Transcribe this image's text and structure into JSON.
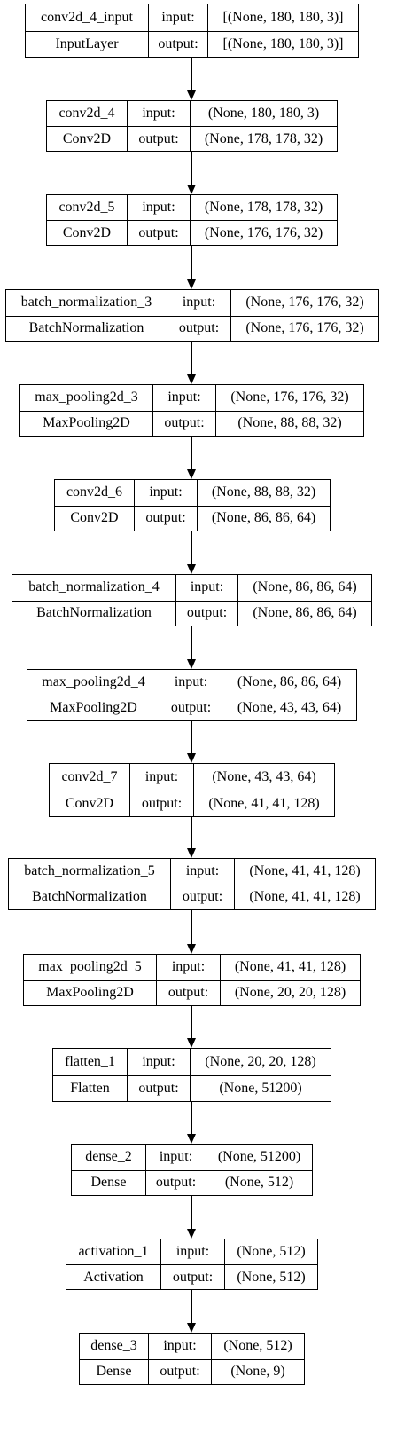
{
  "layers": [
    {
      "name": "conv2d_4_input",
      "type": "InputLayer",
      "input": "[(None, 180, 180, 3)]",
      "output": "[(None, 180, 180, 3)]"
    },
    {
      "name": "conv2d_4",
      "type": "Conv2D",
      "input": "(None, 180, 180, 3)",
      "output": "(None, 178, 178, 32)"
    },
    {
      "name": "conv2d_5",
      "type": "Conv2D",
      "input": "(None, 178, 178, 32)",
      "output": "(None, 176, 176, 32)"
    },
    {
      "name": "batch_normalization_3",
      "type": "BatchNormalization",
      "input": "(None, 176, 176, 32)",
      "output": "(None, 176, 176, 32)"
    },
    {
      "name": "max_pooling2d_3",
      "type": "MaxPooling2D",
      "input": "(None, 176, 176, 32)",
      "output": "(None, 88, 88, 32)"
    },
    {
      "name": "conv2d_6",
      "type": "Conv2D",
      "input": "(None, 88, 88, 32)",
      "output": "(None, 86, 86, 64)"
    },
    {
      "name": "batch_normalization_4",
      "type": "BatchNormalization",
      "input": "(None, 86, 86, 64)",
      "output": "(None, 86, 86, 64)"
    },
    {
      "name": "max_pooling2d_4",
      "type": "MaxPooling2D",
      "input": "(None, 86, 86, 64)",
      "output": "(None, 43, 43, 64)"
    },
    {
      "name": "conv2d_7",
      "type": "Conv2D",
      "input": "(None, 43, 43, 64)",
      "output": "(None, 41, 41, 128)"
    },
    {
      "name": "batch_normalization_5",
      "type": "BatchNormalization",
      "input": "(None, 41, 41, 128)",
      "output": "(None, 41, 41, 128)"
    },
    {
      "name": "max_pooling2d_5",
      "type": "MaxPooling2D",
      "input": "(None, 41, 41, 128)",
      "output": "(None, 20, 20, 128)"
    },
    {
      "name": "flatten_1",
      "type": "Flatten",
      "input": "(None, 20, 20, 128)",
      "output": "(None, 51200)"
    },
    {
      "name": "dense_2",
      "type": "Dense",
      "input": "(None, 51200)",
      "output": "(None, 512)"
    },
    {
      "name": "activation_1",
      "type": "Activation",
      "input": "(None, 512)",
      "output": "(None, 512)"
    },
    {
      "name": "dense_3",
      "type": "Dense",
      "input": "(None, 512)",
      "output": "(None, 9)"
    }
  ],
  "labels": {
    "input": "input:",
    "output": "output:"
  }
}
